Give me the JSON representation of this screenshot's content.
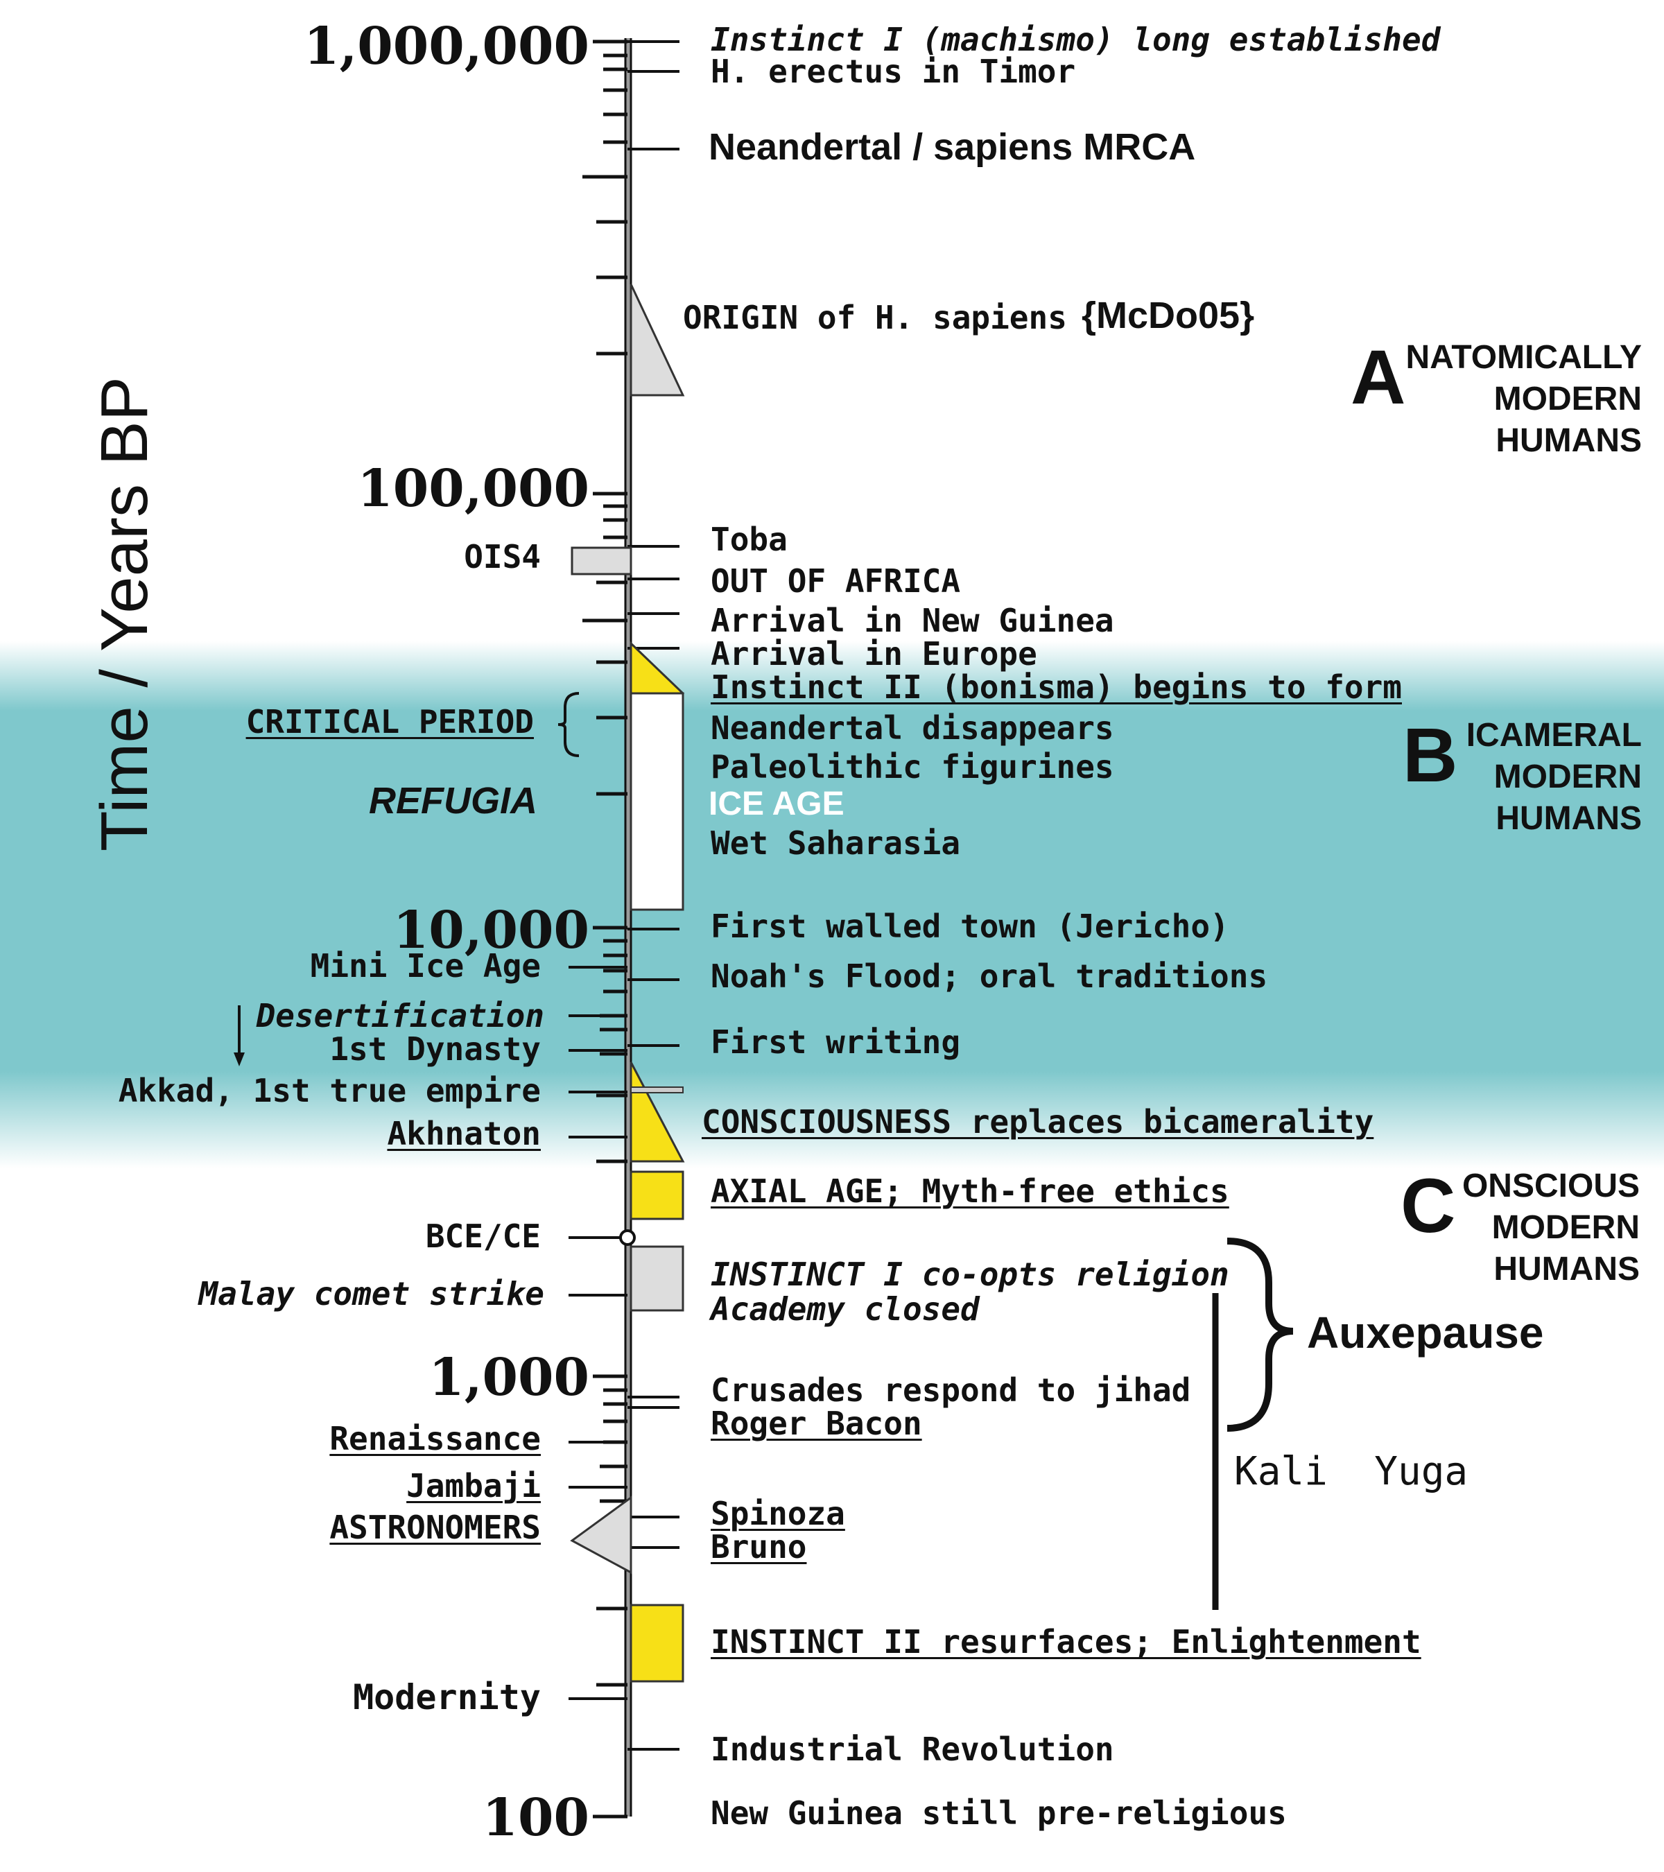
{
  "axis_label": "Time / Years BP",
  "scale_labels": {
    "million": "1,000,000",
    "hundred_thousand": "100,000",
    "ten_thousand": "10,000",
    "thousand": "1,000",
    "hundred": "100"
  },
  "right_events": {
    "instinct1": "Instinct I (machismo) long established",
    "erectus": "H. erectus in Timor",
    "mrca": "Neandertal / sapiens MRCA",
    "origin": "ORIGIN of H. sapiens",
    "origin_ref": "{McDo05}",
    "toba": "Toba",
    "out_of_africa": "OUT OF AFRICA",
    "new_guinea": "Arrival in New Guinea",
    "europe": "Arrival in Europe",
    "instinct2": "Instinct II (bonisma) begins to form",
    "neandertal_gone": "Neandertal disappears",
    "figurines": "Paleolithic figurines",
    "ice_age": "ICE AGE",
    "saharasia": "Wet Saharasia",
    "jericho": "First walled town (Jericho)",
    "noah": "Noah's Flood; oral traditions",
    "writing": "First writing",
    "consciousness": "CONSCIOUSNESS replaces bicamerality",
    "axial": "AXIAL AGE; Myth-free ethics",
    "coopts": "INSTINCT I co-opts religion",
    "academy": "Academy closed",
    "crusades": "Crusades respond to jihad",
    "bacon": "Roger Bacon",
    "spinoza": "Spinoza",
    "bruno": "Bruno",
    "enlightenment": "INSTINCT II resurfaces; Enlightenment",
    "industrial": "Industrial Revolution",
    "pre_religious": "New Guinea still pre-religious"
  },
  "left_events": {
    "ois4": "OIS4",
    "critical": "CRITICAL PERIOD",
    "refugia": "REFUGIA",
    "mini_ice": "Mini Ice Age",
    "desertification": "Desertification",
    "dynasty": "1st Dynasty",
    "akkad": "Akkad, 1st true empire",
    "akhnaton": "Akhnaton",
    "bce": "BCE/CE",
    "malay": "Malay comet strike",
    "renaissance": "Renaissance",
    "jambaji": "Jambaji",
    "astronomers": "ASTRONOMERS",
    "modernity": "Modernity"
  },
  "eras": {
    "anatomical": {
      "initial": "A",
      "line1": "NATOMICALLY",
      "line2": "MODERN",
      "line3": "HUMANS"
    },
    "bicameral": {
      "initial": "B",
      "line1": "ICAMERAL",
      "line2": "MODERN",
      "line3": "HUMANS"
    },
    "conscious": {
      "initial": "C",
      "line1": "ONSCIOUS",
      "line2": "MODERN",
      "line3": "HUMANS"
    }
  },
  "auxepause": "Auxepause",
  "kali_yuga": "Kali  Yuga",
  "colors": {
    "band": "#7fc8cc",
    "yellow": "#f7e017",
    "gray": "#dddddd",
    "white_text": "#ffffff"
  }
}
